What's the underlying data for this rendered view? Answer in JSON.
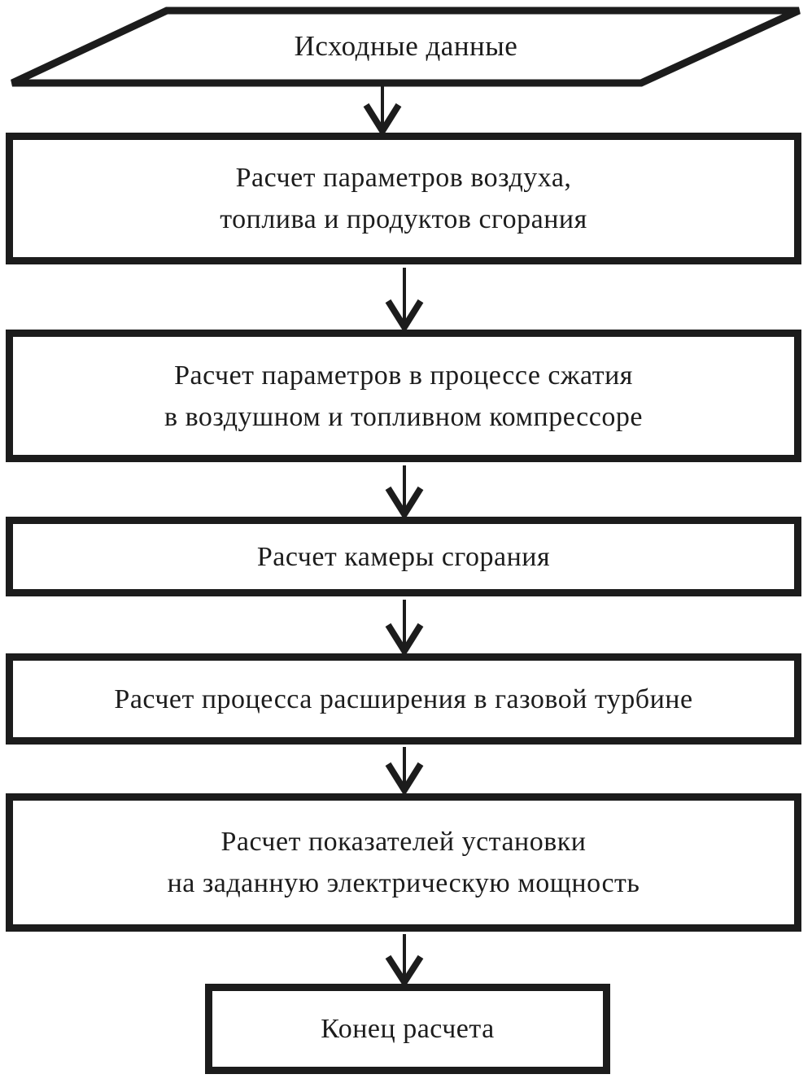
{
  "diagram": {
    "type": "flowchart",
    "language": "ru",
    "colors": {
      "stroke": "#1c1c1c",
      "fill": "#ffffff",
      "text": "#1c1c1c"
    },
    "nodes": [
      {
        "id": "start",
        "shape": "parallelogram",
        "label": "Исходные данные"
      },
      {
        "id": "step1",
        "shape": "rect",
        "label": "Расчет параметров воздуха,\nтоплива и продуктов сгорания"
      },
      {
        "id": "step2",
        "shape": "rect",
        "label": "Расчет параметров в процессе сжатия\nв воздушном и топливном компрессоре"
      },
      {
        "id": "step3",
        "shape": "rect",
        "label": "Расчет камеры сгорания"
      },
      {
        "id": "step4",
        "shape": "rect",
        "label": "Расчет процесса расширения в газовой турбине"
      },
      {
        "id": "step5",
        "shape": "rect",
        "label": "Расчет показателей установки\nна заданную электрическую мощность"
      },
      {
        "id": "end",
        "shape": "rect",
        "label": "Конец расчета"
      }
    ],
    "edges": [
      {
        "from": "start",
        "to": "step1"
      },
      {
        "from": "step1",
        "to": "step2"
      },
      {
        "from": "step2",
        "to": "step3"
      },
      {
        "from": "step3",
        "to": "step4"
      },
      {
        "from": "step4",
        "to": "step5"
      },
      {
        "from": "step5",
        "to": "end"
      }
    ]
  }
}
